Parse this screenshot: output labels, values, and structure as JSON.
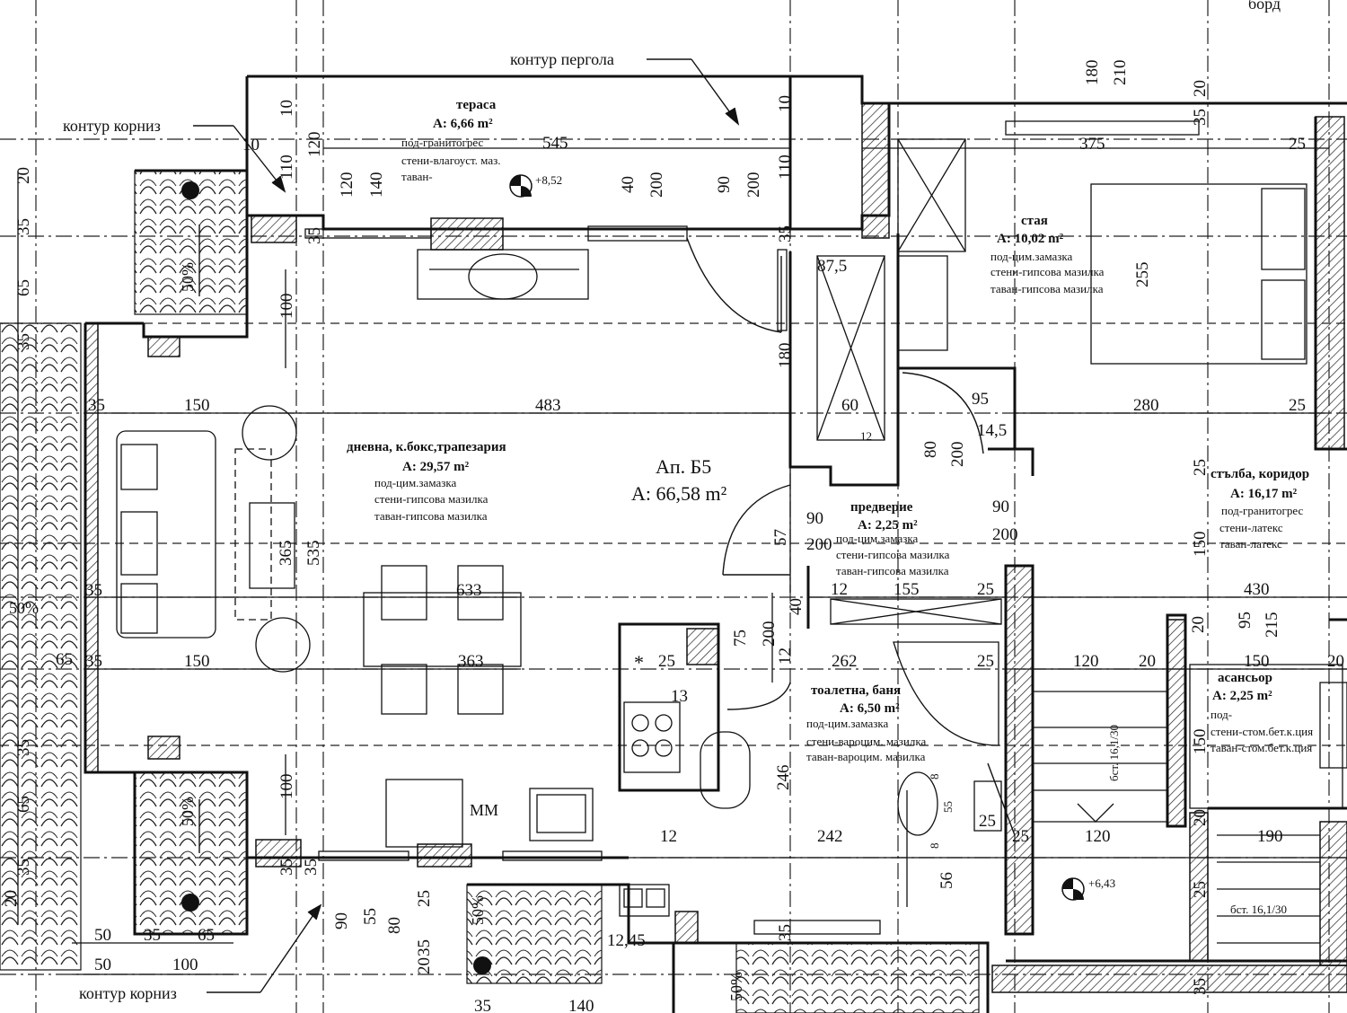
{
  "apartment": {
    "name": "Ап. Б5",
    "area": "A: 66,58 m²"
  },
  "rooms": [
    {
      "id": "terrace",
      "name": "тераса",
      "area": "A: 6,66 m²",
      "finishes": [
        "под-гранитогрес",
        "стени-влагоуст. маз.",
        "таван-"
      ]
    },
    {
      "id": "room",
      "name": "стая",
      "area": "A: 10,02 m²",
      "finishes": [
        "под-цим.замазка",
        "стени-гипсова мазилка",
        "таван-гипсова мазилка"
      ]
    },
    {
      "id": "living",
      "name": "дневна, к.бокс,трапезария",
      "area": "A: 29,57 m²",
      "finishes": [
        "под-цим.замазка",
        "стени-гипсова мазилка",
        "таван-гипсова мазилка"
      ]
    },
    {
      "id": "hall",
      "name": "предверие",
      "area": "A: 2,25 m²",
      "finishes": [
        "под-цим.замазка",
        "стени-гипсова мазилка",
        "таван-гипсова мазилка"
      ]
    },
    {
      "id": "stairs",
      "name": "стълба, коридор",
      "area": "A: 16,17 m²",
      "finishes": [
        "под-гранитогрес",
        "стени-латекс",
        "таван-латекс"
      ]
    },
    {
      "id": "bath",
      "name": "тоалетна, баня",
      "area": "A: 6,50 m²",
      "finishes": [
        "под-цим.замазка",
        "стени-вароцим. мазилка",
        "таван-вароцим. мазилка"
      ]
    },
    {
      "id": "elevator",
      "name": "асансьор",
      "area": "A: 2,25 m²",
      "finishes": [
        "под-",
        "стени-стом.бет.к.ция",
        "таван-стом.бет.к.ция"
      ]
    }
  ],
  "annotations": {
    "pergola": "контур пергола",
    "cornice_top": "контур корниз",
    "cornice_bottom": "контур корниз",
    "bord": "борд",
    "level_terrace": "+8,52",
    "level_stairs": "+6,43",
    "stairs_1": "бст. 16,1/30",
    "stairs_2": "бст. 16,1/30",
    "slope_1": "50%",
    "slope_2": "50%",
    "slope_3": "50%",
    "slope_4": "50%",
    "slope_5": "50%",
    "mm": "ММ",
    "star": "*"
  },
  "dimensions": {
    "d483": "483",
    "d150a": "150",
    "d35a": "35",
    "d545": "545",
    "d375": "375",
    "d25a": "25",
    "d280": "280",
    "d25b": "25",
    "d255": "255",
    "d87_5": "87,5",
    "d60": "60",
    "d95": "95",
    "d14_5": "14,5",
    "d12a": "12",
    "d80": "80",
    "d200a": "200",
    "d633": "633",
    "d363": "363",
    "d35b": "35",
    "d150b": "150",
    "d35c": "35",
    "d25c": "25",
    "d13": "13",
    "d90a": "90",
    "d200b": "200",
    "d90b": "90",
    "d200c": "200",
    "d12b": "12",
    "d155": "155",
    "d25d": "25",
    "d262": "262",
    "d25e": "25",
    "d120a": "120",
    "d20a": "20",
    "d150c": "150",
    "d20b": "20",
    "d430": "430",
    "d242": "242",
    "d12c": "12",
    "d120b": "120",
    "d190": "190",
    "d25f": "25",
    "d365": "365",
    "d535": "535",
    "d57": "57",
    "d40": "40",
    "d200d": "200",
    "d75": "75",
    "d12d": "12",
    "d246": "246",
    "d56": "56",
    "d8a": "8",
    "d8b": "8",
    "d55": "55",
    "d25g": "25",
    "d180a": "180",
    "d10a": "10",
    "d120c": "120",
    "d110a": "110",
    "d120d": "120",
    "d140a": "140",
    "d40b": "40",
    "d200e": "200",
    "d90c": "90",
    "d200f": "200",
    "d110b": "110",
    "d10b": "10",
    "d35d": "35",
    "d100a": "100",
    "d180b": "180",
    "d210": "210",
    "d20c": "20",
    "d35e": "35",
    "d20d": "20",
    "d35f": "35",
    "d65a": "65",
    "d35g": "35",
    "d35h": "35",
    "d65b": "65",
    "d65c": "65",
    "d35i": "35",
    "d20e": "20",
    "d35j": "35",
    "d100b": "100",
    "d35k": "35",
    "d90d": "90",
    "d55b": "55",
    "d80b": "80",
    "d35l": "35",
    "d25h": "25",
    "d20f": "20",
    "d50a": "50",
    "d35m": "35",
    "d65d": "65",
    "d50b": "50",
    "d100c": "100",
    "d35n": "35",
    "d140b": "140",
    "d12_45": "12,45",
    "d35o": "35",
    "d95b": "95",
    "d215": "215",
    "d20g": "20",
    "d150d": "150",
    "d20h": "20",
    "d25i": "25",
    "d150e": "150",
    "d25j": "25",
    "d10c": "10",
    "d35p": "35",
    "d35q": "35"
  }
}
